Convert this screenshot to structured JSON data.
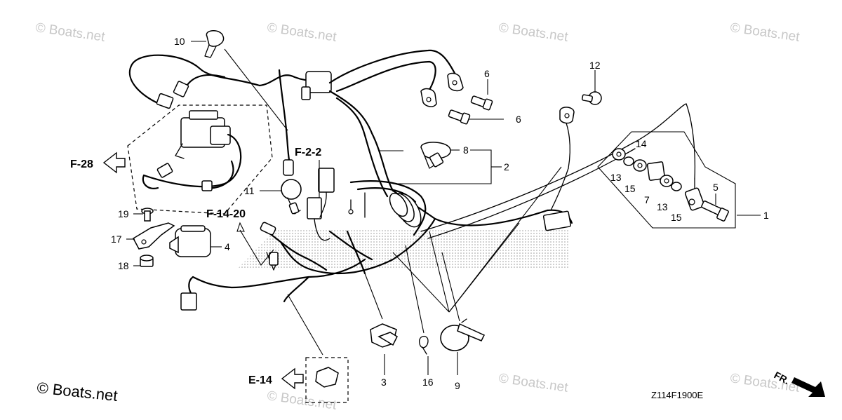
{
  "watermark": {
    "text": "© Boats.net",
    "copyright": "© Boats.net"
  },
  "diagram_code": "Z114F1900E",
  "front_indicator": "FR.",
  "references": {
    "f28": "F-28",
    "f22": "F-2-2",
    "f1420": "F-14-20",
    "e14": "E-14"
  },
  "callouts": {
    "c1": "1",
    "c2": "2",
    "c3": "3",
    "c4": "4",
    "c5": "5",
    "c6a": "6",
    "c6b": "6",
    "c7": "7",
    "c8": "8",
    "c9": "9",
    "c10": "10",
    "c11": "11",
    "c12": "12",
    "c13a": "13",
    "c13b": "13",
    "c14": "14",
    "c15a": "15",
    "c15b": "15",
    "c16": "16",
    "c17": "17",
    "c18": "18",
    "c19": "19"
  }
}
